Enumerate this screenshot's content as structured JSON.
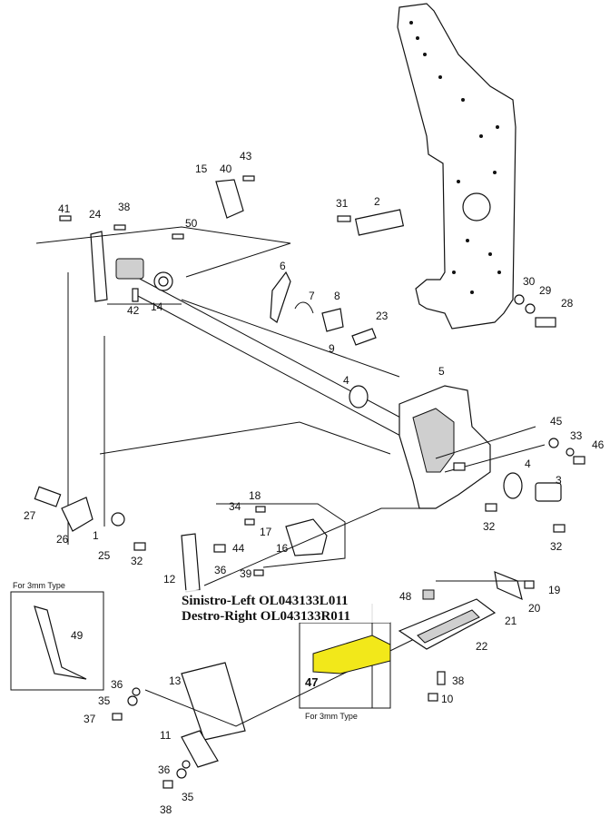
{
  "callouts": {
    "c1": "1",
    "c2": "2",
    "c3": "3",
    "c4a": "4",
    "c4b": "4",
    "c5": "5",
    "c6": "6",
    "c7": "7",
    "c8": "8",
    "c9": "9",
    "c10": "10",
    "c11": "11",
    "c12": "12",
    "c13": "13",
    "c14": "14",
    "c15": "15",
    "c16": "16",
    "c17": "17",
    "c18": "18",
    "c19": "19",
    "c20": "20",
    "c21": "21",
    "c22": "22",
    "c23": "23",
    "c24": "24",
    "c25": "25",
    "c26": "26",
    "c27": "27",
    "c28": "28",
    "c29": "29",
    "c30": "30",
    "c31": "31",
    "c32a": "32",
    "c32b": "32",
    "c32c": "32",
    "c33": "33",
    "c34": "34",
    "c35a": "35",
    "c35b": "35",
    "c36a": "36",
    "c36b": "36",
    "c36c": "36",
    "c37": "37",
    "c38a": "38",
    "c38b": "38",
    "c38c": "38",
    "c39": "39",
    "c40": "40",
    "c41": "41",
    "c42": "42",
    "c43": "43",
    "c44": "44",
    "c45": "45",
    "c46": "46",
    "c47": "47",
    "c48": "48",
    "c49": "49",
    "c50": "50"
  },
  "inset_left_title": "For 3mm Type",
  "inset_bottom_title": "For 3mm Type",
  "ref_left": "Sinistro-Left OL043133L011",
  "ref_right": "Destro-Right OL043133R011",
  "highlight_color": "#f2e81a"
}
